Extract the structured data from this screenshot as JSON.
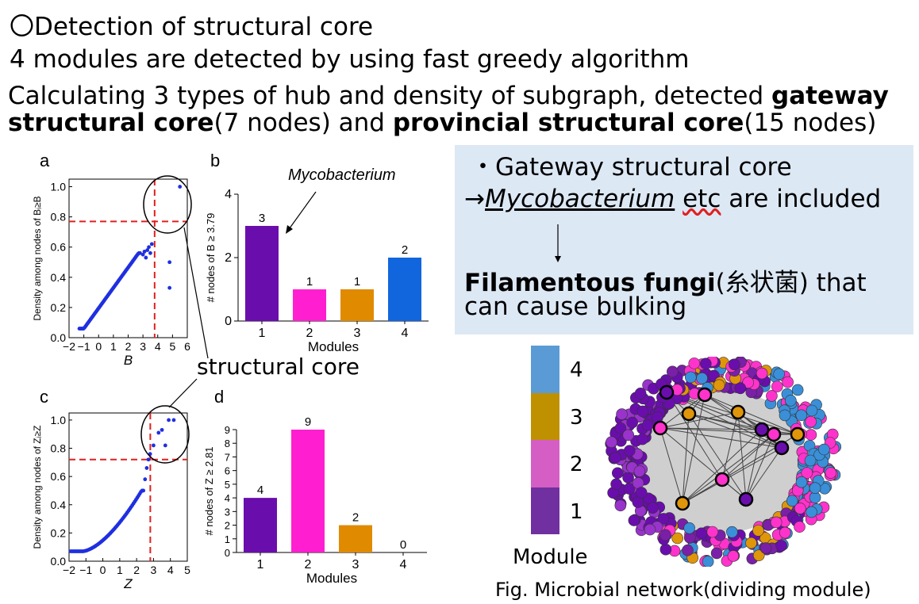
{
  "heading": "〇Detection of structural core",
  "line1": "4 modules are detected by using fast greedy algorithm",
  "line2": {
    "prefix": " Calculating 3 types of hub and density of subgraph, detected ",
    "bold1": "gateway structural core",
    "mid": "(7 nodes) and ",
    "bold2": "provincial structural core",
    "suffix": "(15 nodes)"
  },
  "callout": "structural core",
  "panels": {
    "a": "a",
    "b": "b",
    "c": "c",
    "d": "d"
  },
  "annotation_b": "Mycobacterium",
  "infobox": {
    "bullet": "・Gateway structural core",
    "arrow": "→",
    "genus": "Mycobacterium",
    "etc": "etc",
    "included": " are included",
    "fungi_bold": "Filamentous fungi",
    "fungi_jp": "(糸状菌) that",
    "fungi_line2": "can cause bulking"
  },
  "module_legend": {
    "title": "Module",
    "items": [
      {
        "label": "4",
        "color": "#5b9bd5"
      },
      {
        "label": "3",
        "color": "#bf9000"
      },
      {
        "label": "2",
        "color": "#d45ec3"
      },
      {
        "label": "1",
        "color": "#7030a0"
      }
    ]
  },
  "figure_caption": "Fig. Microbial network(dividing module)",
  "chart_data": [
    {
      "id": "a",
      "type": "scatter",
      "xlabel": "B",
      "ylabel": "Density among nodes of Bᵢ≥B",
      "xlim": [
        -2,
        6
      ],
      "ylim": [
        0,
        1.05
      ],
      "xticks": [
        "−2",
        "−1",
        "0",
        "1",
        "2",
        "3",
        "4",
        "5",
        "6"
      ],
      "yticks": [
        "0.0",
        "0.2",
        "0.4",
        "0.6",
        "0.8",
        "1.0"
      ],
      "threshold_x": 3.79,
      "threshold_y": 0.77,
      "color": "#1f2fe0"
    },
    {
      "id": "b",
      "type": "bar",
      "categories": [
        "1",
        "2",
        "3",
        "4"
      ],
      "values": [
        3,
        1,
        1,
        2
      ],
      "colors": [
        "#6a0dad",
        "#ff1fd0",
        "#e08a00",
        "#1166dd"
      ],
      "xlabel": "Modules",
      "ylabel": "# nodes of B ≥ 3.79",
      "ylim": [
        0,
        4
      ],
      "yticks": [
        "0",
        "2",
        "4"
      ]
    },
    {
      "id": "c",
      "type": "scatter",
      "xlabel": "Z",
      "ylabel": "Density among nodes of Zᵢ≥Z",
      "xlim": [
        -2,
        5
      ],
      "ylim": [
        0,
        1.05
      ],
      "xticks": [
        "−2",
        "−1",
        "0",
        "1",
        "2",
        "3",
        "4",
        "5"
      ],
      "yticks": [
        "0.0",
        "0.2",
        "0.4",
        "0.6",
        "0.8",
        "1.0"
      ],
      "threshold_x": 2.81,
      "threshold_y": 0.72,
      "color": "#1f2fe0"
    },
    {
      "id": "d",
      "type": "bar",
      "categories": [
        "1",
        "2",
        "3",
        "4"
      ],
      "values": [
        4,
        9,
        2,
        0
      ],
      "colors": [
        "#6a0dad",
        "#ff1fd0",
        "#e08a00",
        "#1166dd"
      ],
      "xlabel": "Modules",
      "ylabel": "# nodes of Z ≥ 2.81",
      "ylim": [
        0,
        9
      ],
      "yticks": [
        "0",
        "1",
        "2",
        "3",
        "4",
        "5",
        "6",
        "7",
        "8",
        "9"
      ]
    }
  ]
}
